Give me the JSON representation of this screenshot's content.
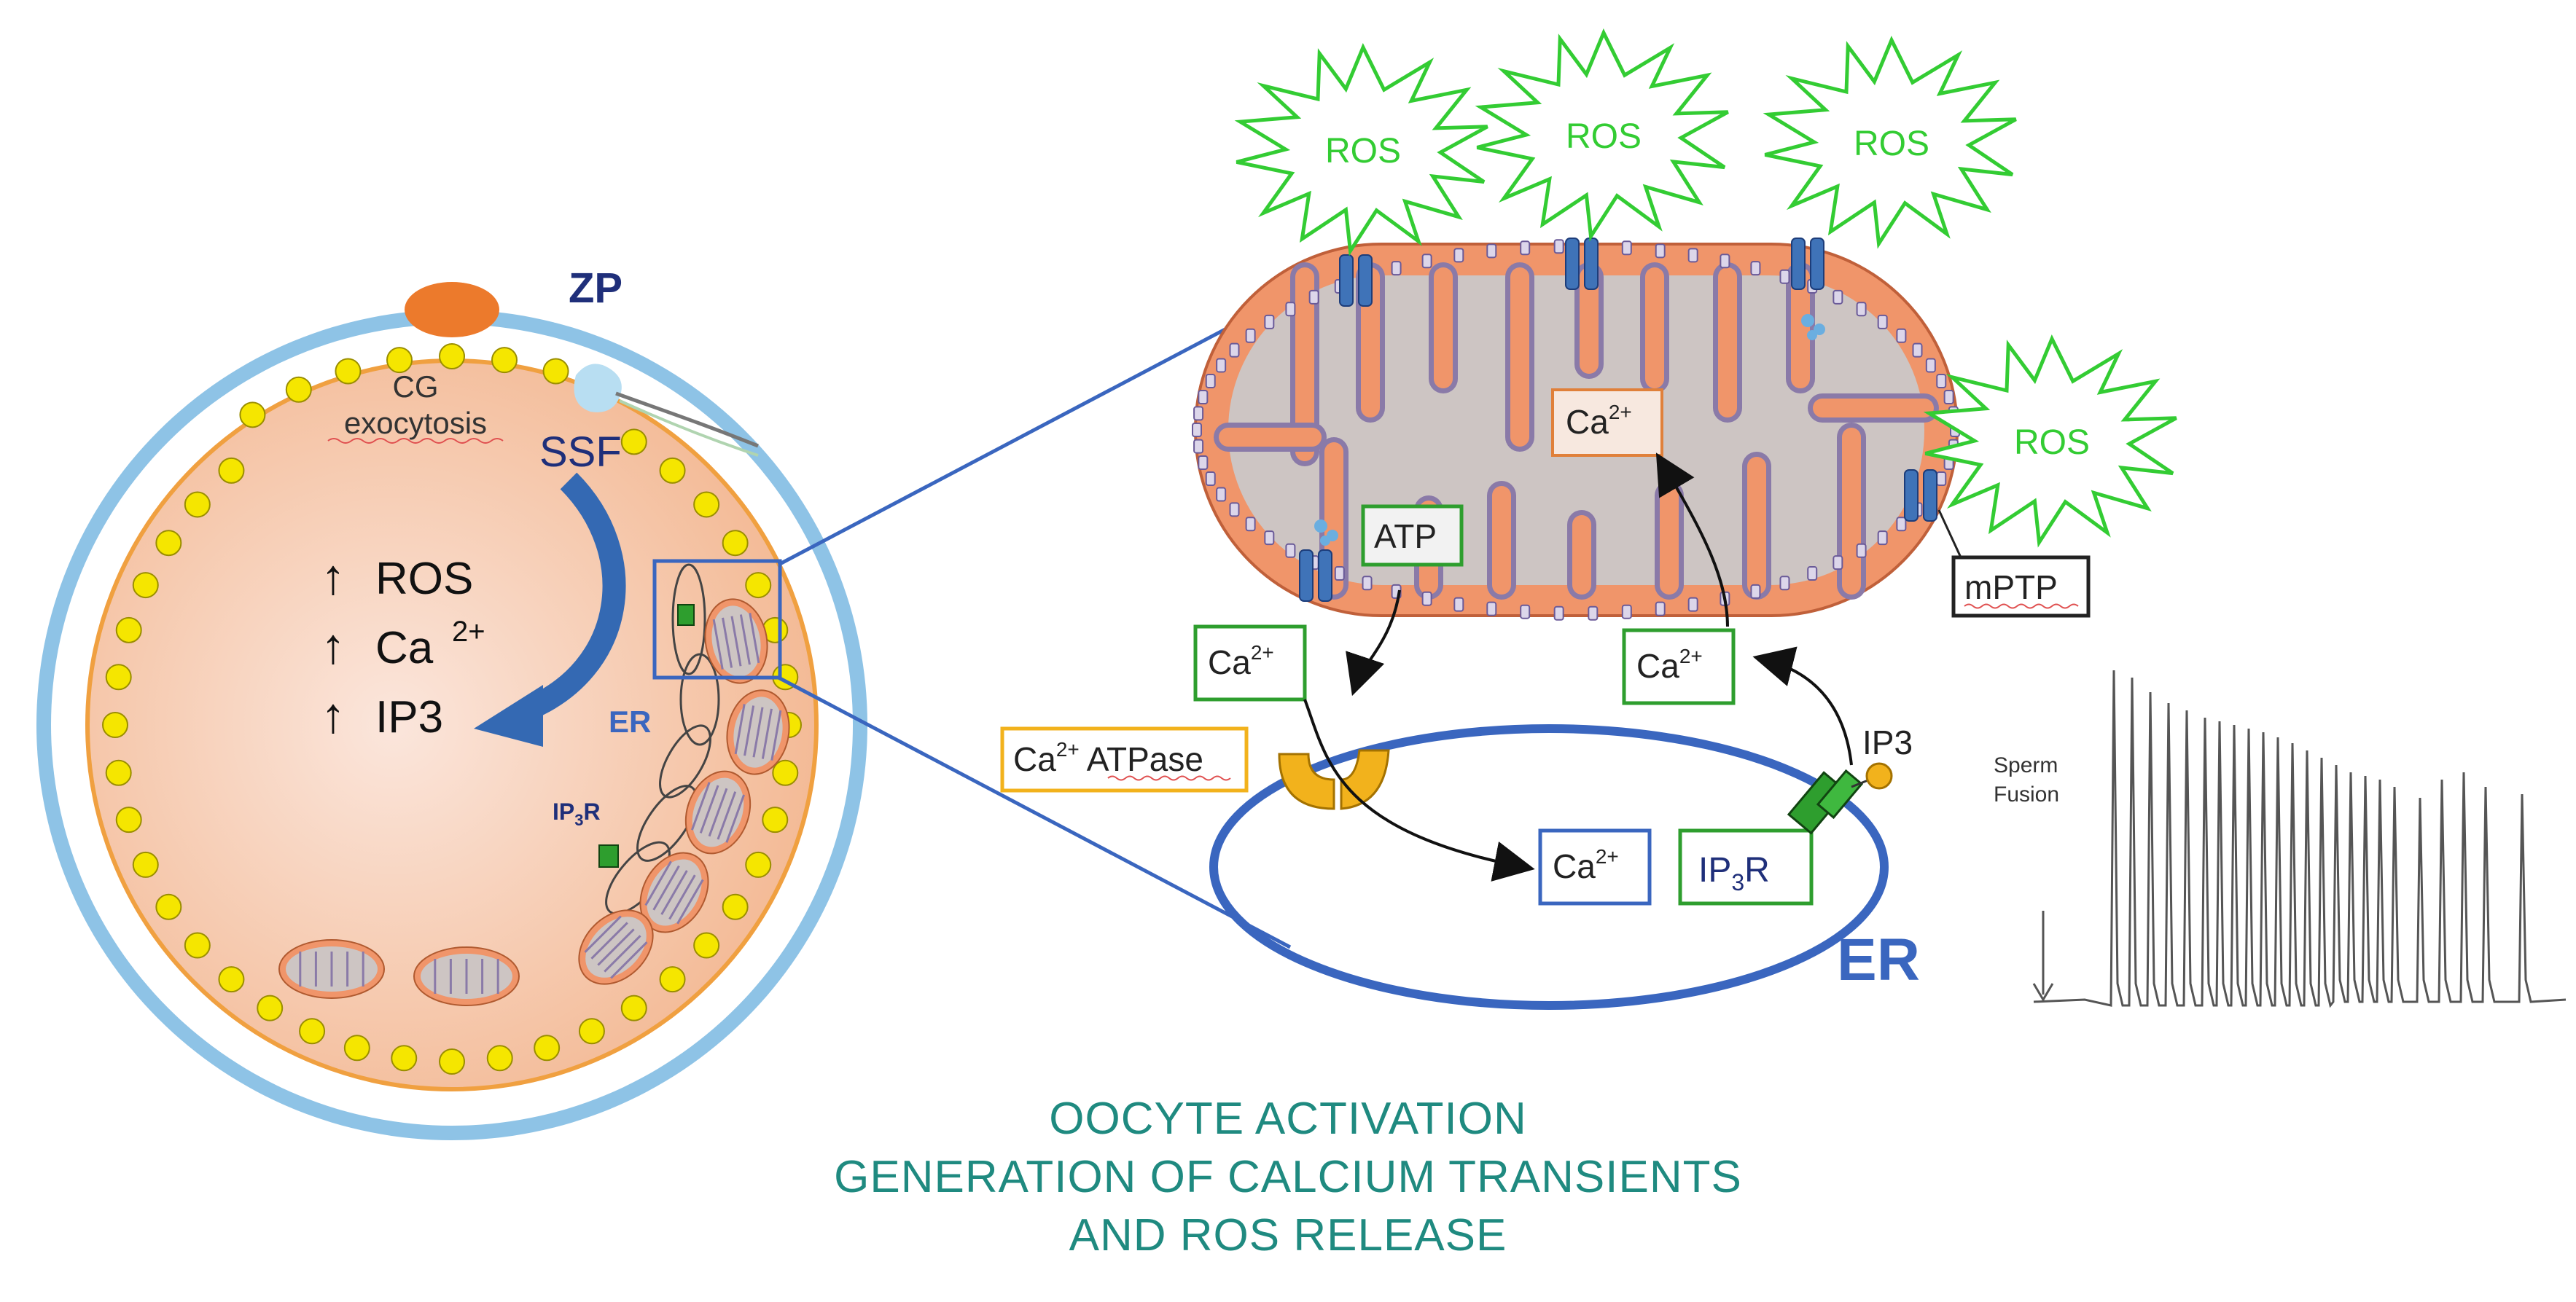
{
  "labels": {
    "zp": "ZP",
    "cg_line1": "CG",
    "cg_line2": "exocytosis",
    "ssf": "SSF",
    "ros_up": "ROS",
    "ca_up": "Ca",
    "ca_up_sup": "2+",
    "ip3_up": "IP3",
    "arrow_up": "↑",
    "er_small": "ER",
    "ip3r_small_main": "IP",
    "ip3r_small_sub": "3",
    "ip3r_small_tail": "R",
    "ros": "ROS",
    "ca_base": "Ca",
    "ca_sup": "2+",
    "atp": "ATP",
    "mptp": "mPTP",
    "ca_atpase_tail": "ATPase",
    "ip3": "IP3",
    "ip3r_main": "IP",
    "ip3r_sub": "3",
    "ip3r_tail": "R",
    "er_big": "ER",
    "sperm_line1": "Sperm",
    "sperm_line2": "Fusion"
  },
  "caption": {
    "line1": "OOCYTE ACTIVATION",
    "line2": "GENERATION OF CALCIUM TRANSIENTS",
    "line3": "AND ROS RELEASE"
  },
  "colors": {
    "zona": "#8ec3e6",
    "cytoplasm": "#f6c9ad",
    "cortical_granule": "#f5e600",
    "mito_membrane": "#f0956a",
    "matrix": "#cdc5c3",
    "channel": "#3f73b8",
    "ros": "#33cc33",
    "er": "#3a66bf",
    "atpase": "#f2b21c",
    "ip3r": "#2e9e2e",
    "caption": "#1f8a80"
  }
}
